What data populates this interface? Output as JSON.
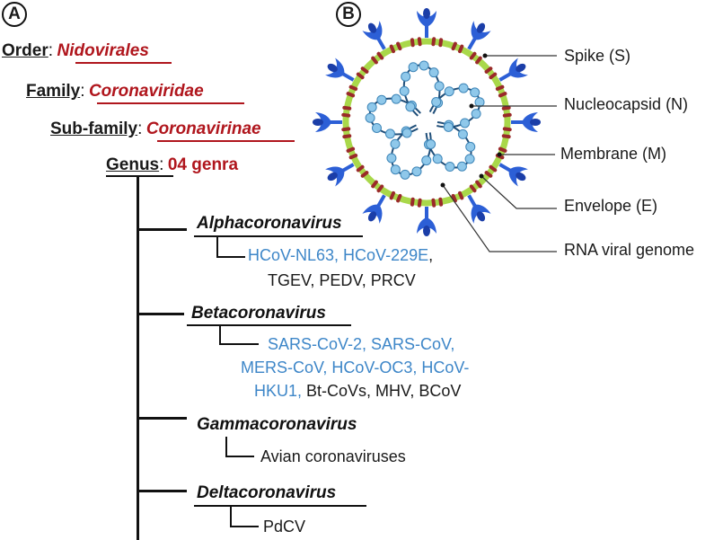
{
  "panels": {
    "a": "A",
    "b": "B"
  },
  "taxonomy": {
    "order": {
      "label": "Order",
      "sep": ":",
      "value": "Nidovirales"
    },
    "family": {
      "label": "Family",
      "sep": ":",
      "value": "Coronaviridae"
    },
    "subfamily": {
      "label": "Sub-family",
      "sep": ":",
      "value": "Coronavirinae"
    },
    "genus": {
      "label": "Genus",
      "sep": ":",
      "value": "04 genra"
    }
  },
  "genera": [
    {
      "name": "Alphacoronavirus",
      "members": {
        "line1_blue": "HCoV-NL63, HCoV-229E",
        "line1_black": ",",
        "line2_black": "TGEV, PEDV, PRCV"
      }
    },
    {
      "name": "Betacoronavirus",
      "members": {
        "line1_blue": "SARS-CoV-2, SARS-CoV,",
        "line2_blue": "MERS-CoV, HCoV-OC3, HCoV-",
        "line3_blue": "HKU1,",
        "line3_black": " Bt-CoVs, MHV, BCoV"
      }
    },
    {
      "name": "Gammacoronavirus",
      "members": {
        "line1_black": "Avian coronaviruses"
      }
    },
    {
      "name": "Deltacoronavirus",
      "members": {
        "line1_black": "PdCV"
      }
    }
  ],
  "virion": {
    "labels": {
      "spike": "Spike (S)",
      "nucleocapsid": "Nucleocapsid (N)",
      "membrane": "Membrane (M)",
      "envelope": "Envelope (E)",
      "genome": "RNA viral genome"
    },
    "colors": {
      "envelope_ring": "#a9d84a",
      "spike": "#2c5fd6",
      "membrane_protein": "#9a2a2a",
      "nucleocapsid": "#8fc8ea",
      "rna": "#1f4e79"
    }
  }
}
